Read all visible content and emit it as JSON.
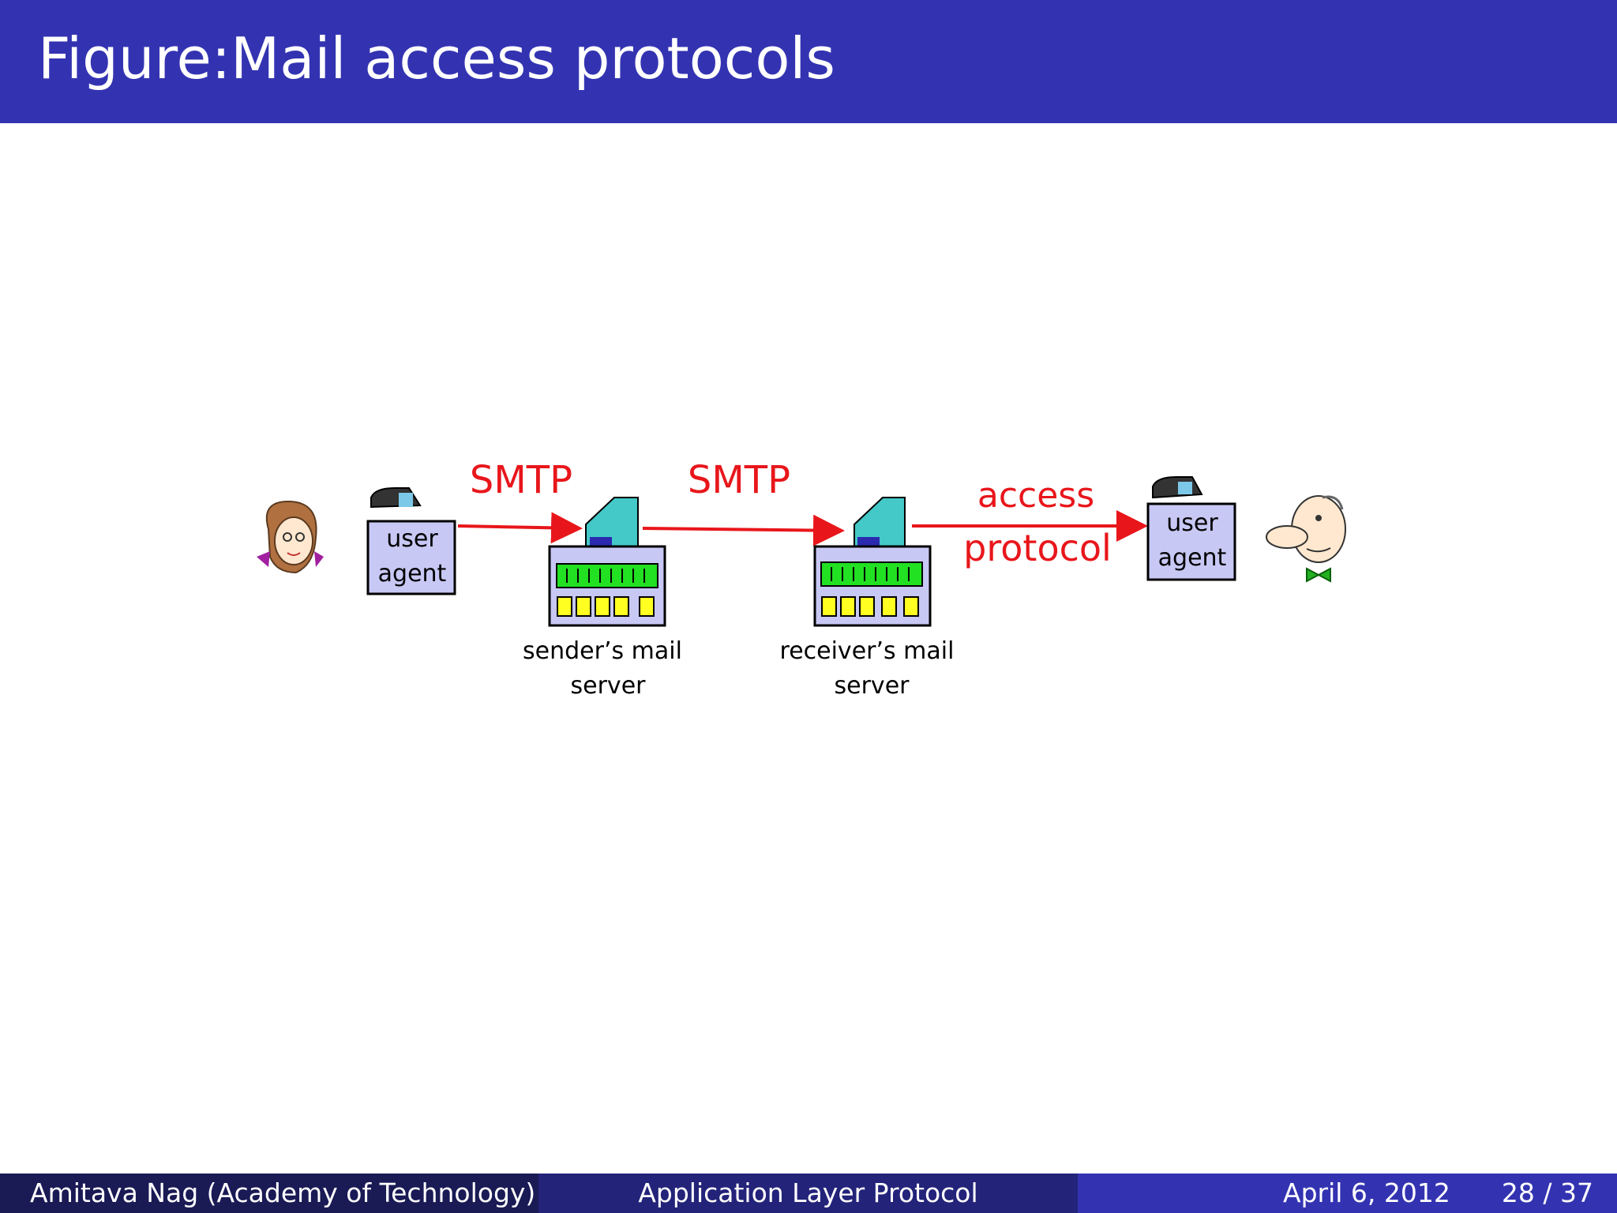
{
  "slide": {
    "title": "Figure:Mail access protocols"
  },
  "diagram": {
    "sender_agent_line1": "user",
    "sender_agent_line2": "agent",
    "receiver_agent_line1": "user",
    "receiver_agent_line2": "agent",
    "arrow1_label": "SMTP",
    "arrow2_label": "SMTP",
    "arrow3_label_line1": "access",
    "arrow3_label_line2": "protocol",
    "sender_server_line1": "sender’s mail",
    "sender_server_line2": "server",
    "receiver_server_line1": "receiver’s mail",
    "receiver_server_line2": "server",
    "colors": {
      "arrow": "#e8161b",
      "box": "#c8c8f5",
      "led": "#22e022",
      "slot": "#ffff22",
      "server_top": "#44c8c8"
    }
  },
  "footer": {
    "author": "Amitava Nag  (Academy of Technology)",
    "topic": "Application Layer Protocol",
    "date": "April 6, 2012",
    "page": "28 / 37"
  }
}
